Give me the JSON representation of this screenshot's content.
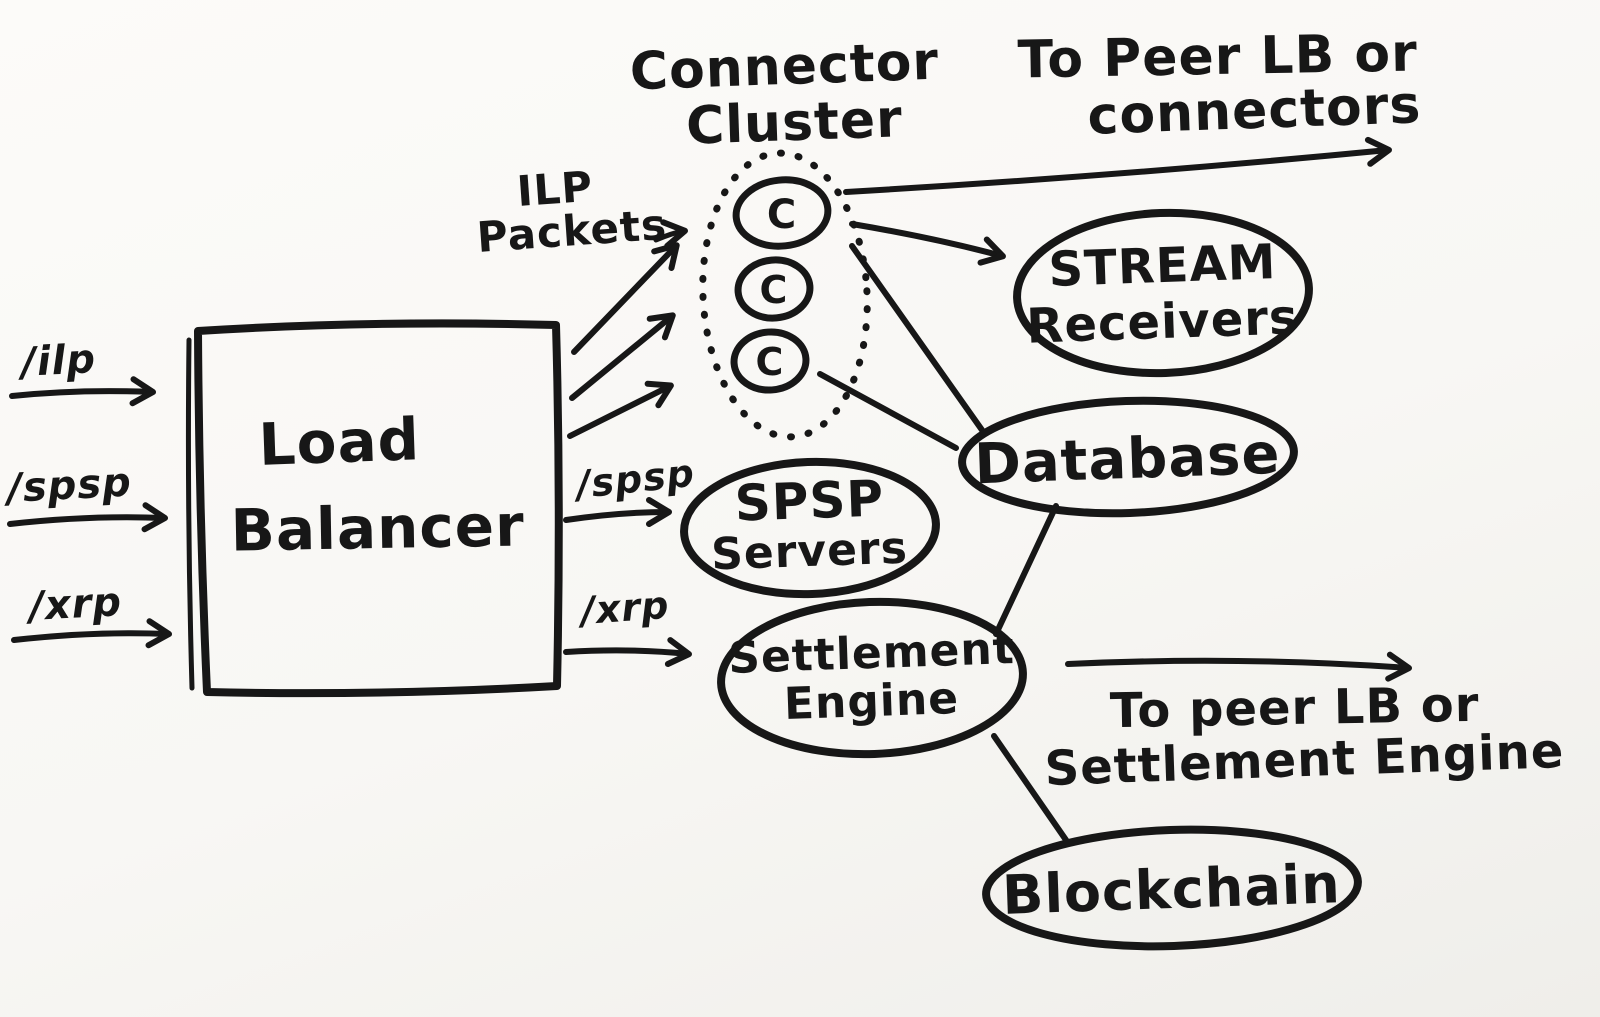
{
  "colors": {
    "ink": "#171717",
    "background": "#faf9f7"
  },
  "nodes": {
    "load_balancer": {
      "line1": "Load",
      "line2": "Balancer"
    },
    "connector_cluster": {
      "title_line1": "Connector",
      "title_line2": "Cluster",
      "connector_letter": "C"
    },
    "stream_receivers": {
      "line1": "STREAM",
      "line2": "Receivers"
    },
    "database": {
      "label": "Database"
    },
    "spsp_servers": {
      "line1": "SPSP",
      "line2": "Servers"
    },
    "settlement_engine": {
      "line1": "Settlement",
      "line2": "Engine"
    },
    "blockchain": {
      "label": "Blockchain"
    }
  },
  "labels": {
    "route_ilp": "/ilp",
    "route_spsp": "/spsp",
    "route_xrp": "/xrp",
    "ilp_packets_line1": "ILP",
    "ilp_packets_line2": "Packets",
    "spsp_edge": "/spsp",
    "xrp_edge": "/xrp",
    "peer_connectors_line1": "To Peer LB or",
    "peer_connectors_line2": "connectors",
    "peer_settlement_line1": "To peer LB or",
    "peer_settlement_line2": "Settlement Engine"
  }
}
